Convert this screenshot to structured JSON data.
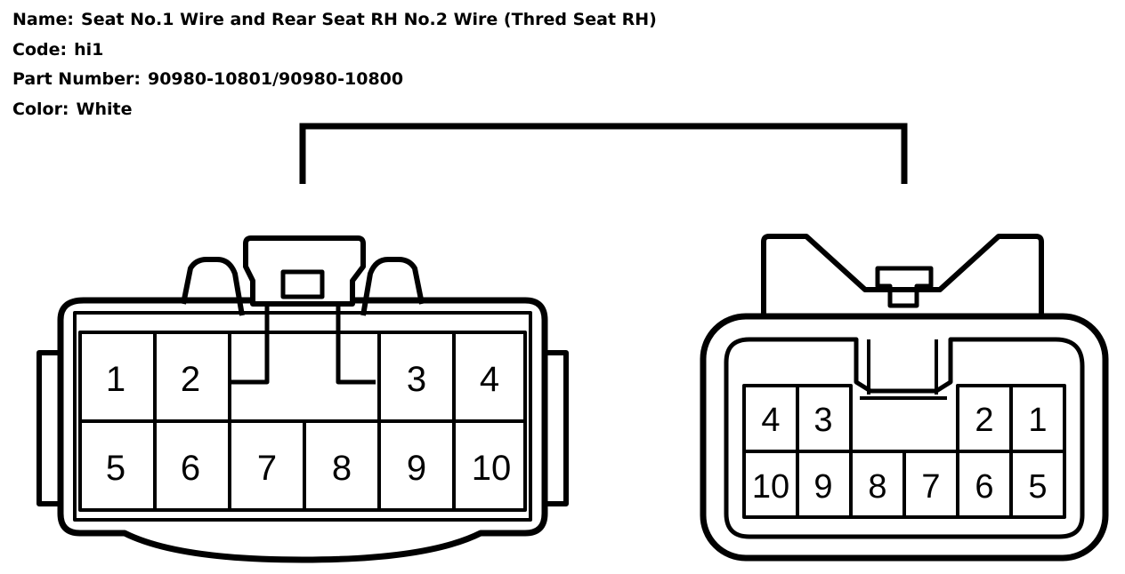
{
  "header": {
    "name_label": "Name:",
    "name_value": "Seat No.1 Wire and Rear Seat RH No.2 Wire (Thred Seat RH)",
    "code_label": "Code:",
    "code_value": "hi1",
    "part_label": "Part Number:",
    "part_value": "90980-10801/90980-10800",
    "color_label": "Color:",
    "color_value": "White"
  },
  "connector_left": {
    "row1": [
      "1",
      "2",
      "3",
      "4"
    ],
    "row2": [
      "5",
      "6",
      "7",
      "8",
      "9",
      "10"
    ]
  },
  "connector_right": {
    "row1": [
      "4",
      "3",
      "2",
      "1"
    ],
    "row2": [
      "10",
      "9",
      "8",
      "7",
      "6",
      "5"
    ]
  },
  "colors": {
    "line": "#000000",
    "background": "#ffffff"
  }
}
